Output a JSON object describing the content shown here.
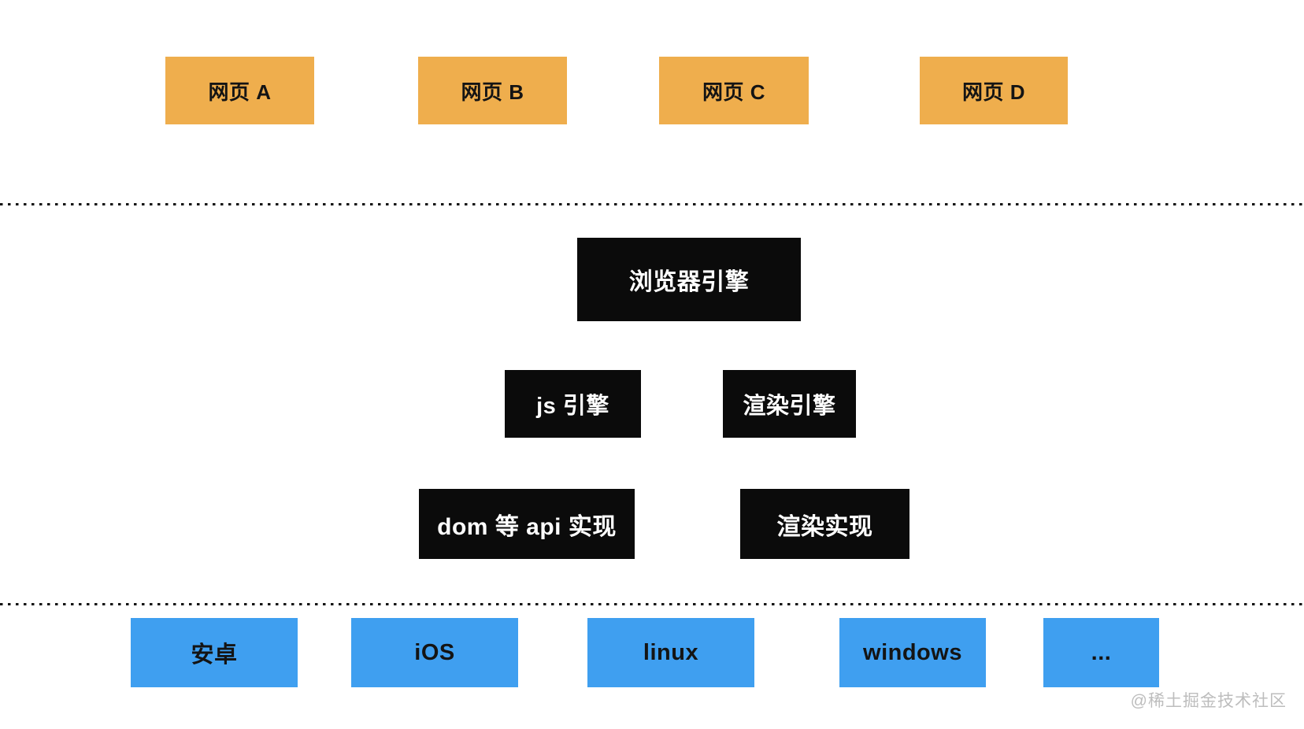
{
  "page": {
    "background": "#FFFFFF",
    "watermark": "@稀土掘金技术社区"
  },
  "colors": {
    "web_page_box": "#EFAE4D",
    "engine_box": "#0B0B0B",
    "platform_box": "#3F9FF0",
    "divider_dot": "#141414",
    "watermark_text": "#BDBDBD",
    "box_text_dark": "#141414",
    "box_text_light": "#FFFFFF",
    "page_bg": "#FFFFFF"
  },
  "diagram": {
    "web_pages": [
      {
        "label": "网页 A"
      },
      {
        "label": "网页 B"
      },
      {
        "label": "网页 C"
      },
      {
        "label": "网页 D"
      }
    ],
    "browser_engine": {
      "label": "浏览器引擎"
    },
    "engines": [
      {
        "label": "js 引擎"
      },
      {
        "label": "渲染引擎"
      }
    ],
    "implementations": [
      {
        "label": "dom 等 api 实现"
      },
      {
        "label": "渲染实现"
      }
    ],
    "platforms": [
      {
        "label": "安卓"
      },
      {
        "label": "iOS"
      },
      {
        "label": "linux"
      },
      {
        "label": "windows"
      },
      {
        "label": "..."
      }
    ]
  }
}
